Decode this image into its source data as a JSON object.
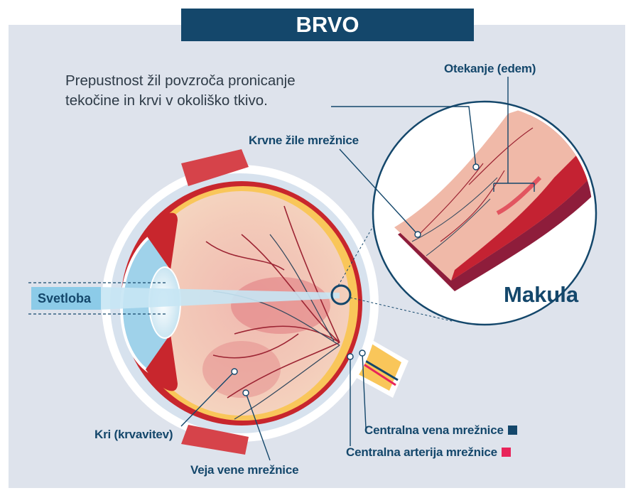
{
  "title": "BRVO",
  "note": {
    "line1": "Prepustnost žil povzroča pronicanje",
    "line2": "tekočine in krvi v okoliško tkivo."
  },
  "labels": {
    "edema": "Otekanje (edem)",
    "retinal_vessels": "Krvne žile mrežnice",
    "light": "Svetloba",
    "macula": "Makula",
    "hemorrhage": "Kri (krvavitev)",
    "branch_vein": "Veja vene mrežnice",
    "central_vein": "Centralna vena mrežnice",
    "central_artery": "Centralna arterija mrežnice"
  },
  "legend_colors": {
    "vein": "#14476b",
    "artery": "#e8245a"
  },
  "colors": {
    "title_bar": "#14476b",
    "panel_bg": "#dee3ec",
    "label_text": "#14476b"
  }
}
